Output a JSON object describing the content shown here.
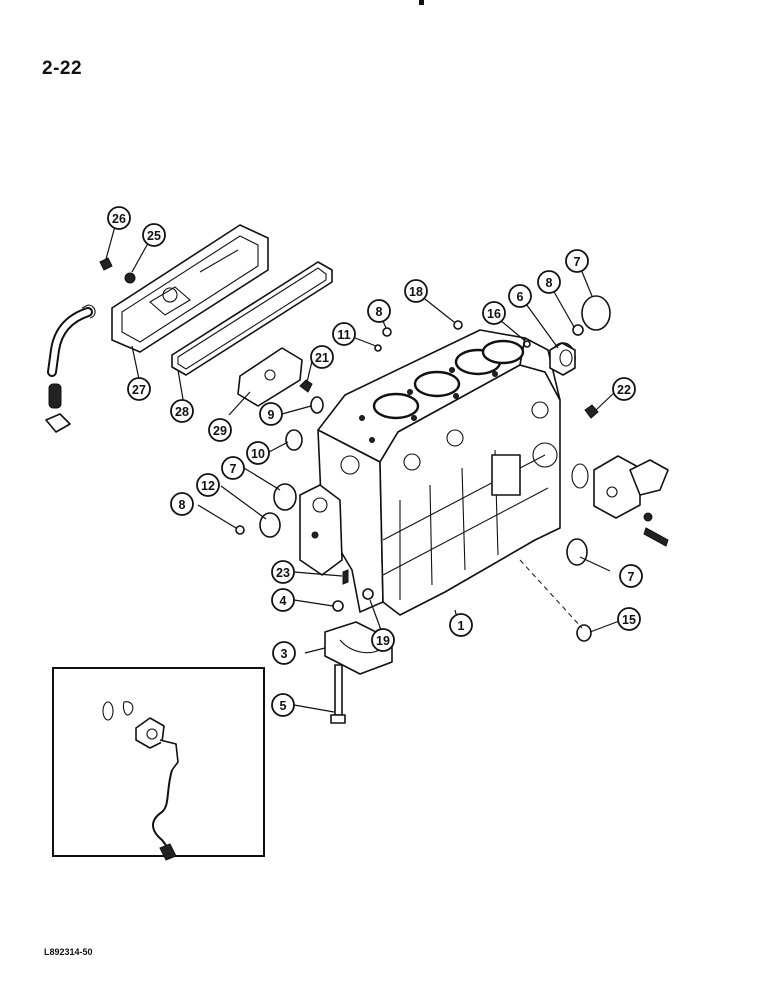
{
  "page": {
    "number": "2-22",
    "figure_code": "L892314-50"
  },
  "callouts": {
    "c1": "1",
    "c3": "3",
    "c4": "4",
    "c5": "5",
    "c6": "6",
    "c7a": "7",
    "c7b": "7",
    "c7c": "7",
    "c8a": "8",
    "c8b": "8",
    "c8c": "8",
    "c9": "9",
    "c10": "10",
    "c11": "11",
    "c12": "12",
    "c15": "15",
    "c16": "16",
    "c18": "18",
    "c19": "19",
    "c21": "21",
    "c22": "22",
    "c23": "23",
    "c25": "25",
    "c26": "26",
    "c27": "27",
    "c28": "28",
    "c29": "29"
  }
}
